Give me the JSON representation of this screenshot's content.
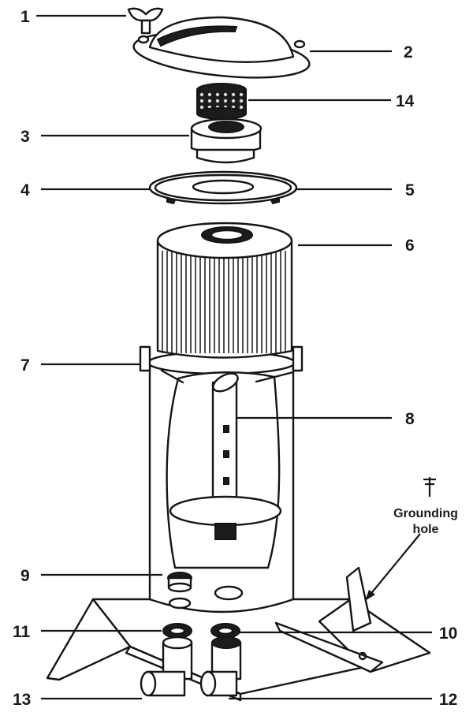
{
  "callouts": [
    "1",
    "2",
    "3",
    "4",
    "5",
    "6",
    "7",
    "8",
    "9",
    "10",
    "11",
    "12",
    "13",
    "14"
  ],
  "ground_note": [
    "Grounding",
    "hole"
  ],
  "icons": {
    "ground": "ground-symbol-icon"
  }
}
